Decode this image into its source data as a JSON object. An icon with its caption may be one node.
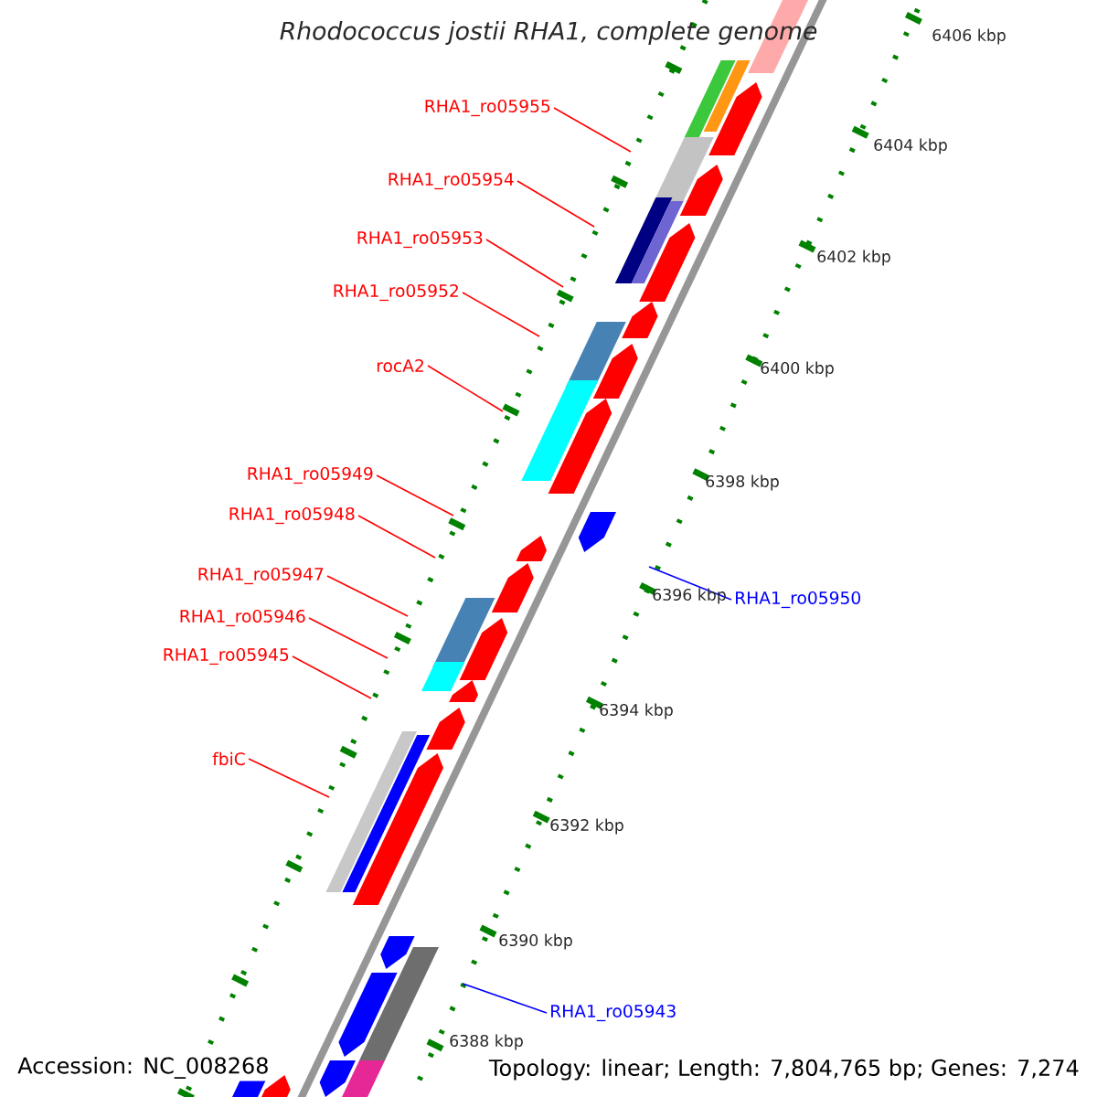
{
  "diagram": {
    "title": "Rhodococcus jostii RHA1, complete genome",
    "nodes": [
      {
        "text": [
          "RHA1_ro05955"
        ]
      },
      {
        "text": [
          "RHA1_ro05954"
        ]
      },
      {
        "text": [
          "RHA1_ro05953"
        ]
      },
      {
        "text": [
          "RHA1_ro05952"
        ]
      },
      {
        "text": [
          "rocA2"
        ]
      },
      {
        "text": [
          "RHA1_ro05949"
        ]
      },
      {
        "text": [
          "RHA1_ro05948"
        ]
      },
      {
        "text": [
          "RHA1_ro05947"
        ]
      },
      {
        "text": [
          "RHA1_ro05946"
        ]
      },
      {
        "text": [
          "RHA1_ro05945"
        ]
      },
      {
        "text": [
          "fbiC"
        ]
      },
      {
        "text": [
          "RHA1_ro05950"
        ]
      },
      {
        "text": [
          "RHA1_ro05943"
        ]
      }
    ],
    "edges": [
      {
        "from": 0,
        "to": null,
        "arrow": "none"
      },
      {
        "from": 1,
        "to": null,
        "arrow": "none"
      },
      {
        "from": 2,
        "to": null,
        "arrow": "none"
      },
      {
        "from": 3,
        "to": null,
        "arrow": "none"
      },
      {
        "from": 4,
        "to": null,
        "arrow": "none"
      },
      {
        "from": 5,
        "to": null,
        "arrow": "none"
      },
      {
        "from": 6,
        "to": null,
        "arrow": "none"
      },
      {
        "from": 7,
        "to": null,
        "arrow": "none"
      },
      {
        "from": 8,
        "to": null,
        "arrow": "none"
      },
      {
        "from": 9,
        "to": null,
        "arrow": "none"
      },
      {
        "from": 10,
        "to": null,
        "arrow": "none"
      },
      {
        "from": 11,
        "to": null,
        "arrow": "none",
        "color": "#0000ff"
      },
      {
        "from": 12,
        "to": null,
        "arrow": "none",
        "color": "#0000ff"
      }
    ],
    "labels": [
      "6406 kbp",
      "6404 kbp",
      "6402 kbp",
      "6400 kbp",
      "6398 kbp",
      "6396 kbp",
      "6394 kbp",
      "6392 kbp",
      "6390 kbp",
      "6388 kbp",
      "Accession: NC_008268",
      "Topology: linear; Length: 7,804,765 bp; Genes: 7,274"
    ]
  }
}
